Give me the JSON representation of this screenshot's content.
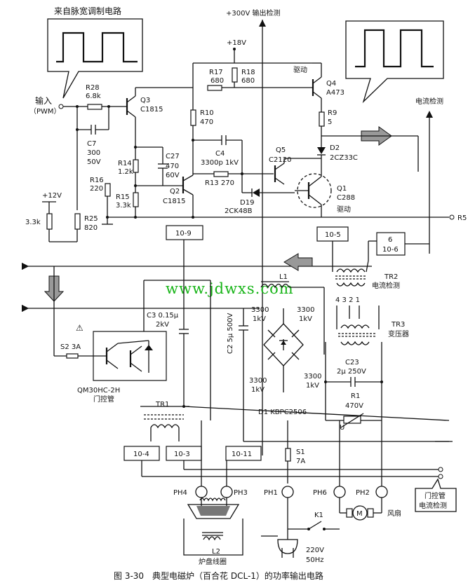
{
  "labels": {
    "pwm_source": "来自脉宽调制电路",
    "output_detect": "+300V 输出检测",
    "v18": "+18V",
    "drive": "驱动",
    "drive2": "驱动",
    "current_detect": "电流检测",
    "input_a": "输入",
    "input_b": "（PWM）",
    "v12": "+12V",
    "r5": "R5",
    "tr2": "TR2",
    "tr2_sub": "电流检测",
    "tr3": "TR3",
    "tr3_sub": "变压器",
    "door_a": "门控管",
    "door_b": "电流检测",
    "fan": "风扇",
    "mains_a": "220V",
    "mains_b": "50Hz",
    "coil": "L2",
    "coil_sub": "炉盘线圈",
    "igbt_a": "QM30HC-2H",
    "igbt_b": "门控管",
    "motor": "M",
    "warn": "!",
    "transistor_pins": "4  3 2  1",
    "watermark": "www.jdwxs.com",
    "caption": "图 3-30　典型电磁炉（百合花 DCL-1）的功率输出电路"
  },
  "components": {
    "r28": "R28",
    "r28v": "6.8k",
    "q3": "Q3",
    "q3v": "C1815",
    "r17": "R17",
    "r17v": "680",
    "r18": "R18",
    "r18v": "680",
    "q4": "Q4",
    "q4v": "A473",
    "c7": "C7",
    "c7v1": "300",
    "c7v2": "50V",
    "r10": "R10",
    "r10v": "470",
    "r9": "R9",
    "r9v": "5",
    "r14": "R14",
    "r14v": "1.2k",
    "c27": "C27",
    "c27v1": "470",
    "c27v2": "60V",
    "c4": "C4",
    "c4v": "3300p 1kV",
    "q5": "Q5",
    "q5v": "C2120",
    "d2": "D2",
    "d2v": "2CZ33C",
    "r16": "R16",
    "r16v": "220",
    "r15": "R15",
    "r15v": "3.3k",
    "q2": "Q2",
    "q2v": "C1815",
    "r13": "R13 270",
    "d19": "D19",
    "d19v": "2CK48B",
    "q1": "Q1",
    "q1v": "C288",
    "r_3k3": "3.3k",
    "r25": "R25",
    "r25v": "820",
    "c3": "C3 0.15μ",
    "c3v": "2kV",
    "c2": "C2 5μ 500V",
    "l1": "L1",
    "cb1": "3300",
    "cb1v": "1kV",
    "cb2": "3300",
    "cb2v": "1kV",
    "cb3": "3300",
    "cb3v": "1kV",
    "cb4": "3300",
    "cb4v": "1kV",
    "s2": "S2 3A",
    "tr1": "TR1",
    "d1": "D1 KBPC2506",
    "c23": "C23",
    "c23v": "2μ 250V",
    "r1": "R1",
    "r1v": "470V",
    "u": "U",
    "s1": "S1",
    "s1v": "7A",
    "k1": "K1"
  },
  "connectors": {
    "b10_9": "10-9",
    "b10_5": "10-5",
    "b10_6a": "6",
    "b10_6b": "10-6",
    "b10_4": "10-4",
    "b10_3": "10-3",
    "b10_11": "10-11"
  },
  "plugs": {
    "ph4": "PH4",
    "ph3": "PH3",
    "ph1": "PH1",
    "ph6": "PH6",
    "ph2": "PH2"
  }
}
